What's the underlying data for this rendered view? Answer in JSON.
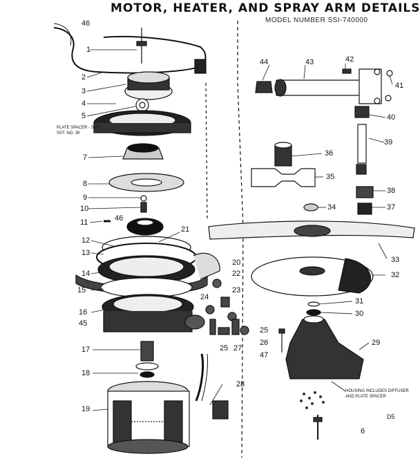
{
  "title": "MOTOR, HEATER, AND SPRAY ARM DETAILS",
  "model": "MODEL NUMBER SSI-740000",
  "notes": {
    "plate_spacer": [
      "PLATE SPACER - SEE",
      "SST. NO. 39"
    ],
    "housing": [
      "HOUSING INCLUDES DIFFUSER",
      "AND PLATE SPACER"
    ]
  },
  "corner_code": "D5",
  "page_no": "6",
  "callouts": [
    "46",
    "1",
    "2",
    "3",
    "4",
    "5",
    "7",
    "8",
    "9",
    "10",
    "11",
    "46",
    "12",
    "21",
    "13",
    "14",
    "20",
    "22",
    "15",
    "23",
    "24",
    "16",
    "45",
    "25",
    "25",
    "27",
    "17",
    "18",
    "19",
    "28",
    "44",
    "43",
    "42",
    "41",
    "40",
    "39",
    "36",
    "35",
    "38",
    "34",
    "37",
    "33",
    "32",
    "31",
    "30",
    "26",
    "29",
    "47",
    "6"
  ]
}
